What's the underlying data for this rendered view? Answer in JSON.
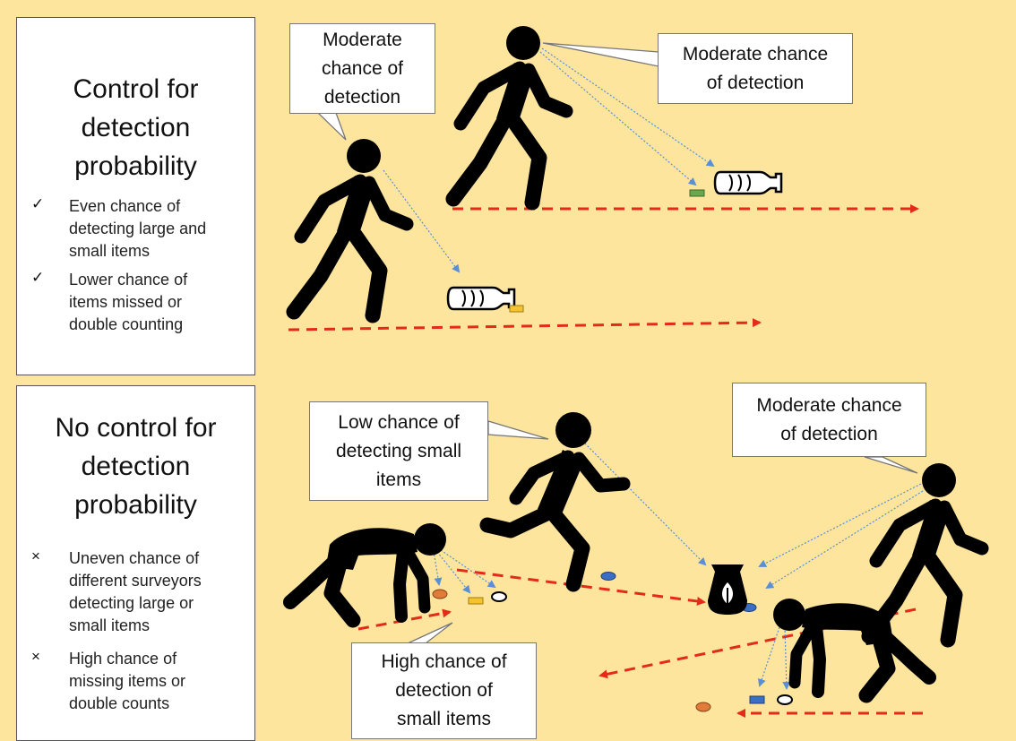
{
  "panels": {
    "top": {
      "title": "Control for\ndetection\nprobability",
      "bullets": [
        {
          "mark": "✓",
          "text": "Even chance of\ndetecting large and\nsmall items"
        },
        {
          "mark": "✓",
          "text": "Lower chance of\nitems missed or\ndouble counting"
        }
      ]
    },
    "bottom": {
      "title": "No control for\ndetection\nprobability",
      "bullets": [
        {
          "mark": "×",
          "text": "Uneven chance of\ndifferent surveyors\ndetecting large or\nsmall items"
        },
        {
          "mark": "×",
          "text": "High chance of\nmissing items or\ndouble counts"
        }
      ]
    }
  },
  "callouts": {
    "top_left": "Moderate\nchance of\ndetection",
    "top_right": "Moderate chance\nof detection",
    "bottom_low": "Low chance of\ndetecting small\nitems",
    "bottom_moderate": "Moderate chance\nof detection",
    "bottom_high": "High chance of\ndetection of\nsmall items"
  },
  "colors": {
    "background": "#fde59e",
    "transect_arrow": "#e32b1a",
    "sight_line": "#5a8fd6",
    "figure": "#000000",
    "item_green": "#6aa84f",
    "item_yellow": "#f5c330",
    "item_blue": "#3b6fc4",
    "item_orange": "#e07b39"
  },
  "icons": {
    "walker": "walking-person-icon",
    "crouching": "crouching-person-icon",
    "bottle": "plastic-bottle-icon",
    "bag": "litter-bag-icon"
  }
}
